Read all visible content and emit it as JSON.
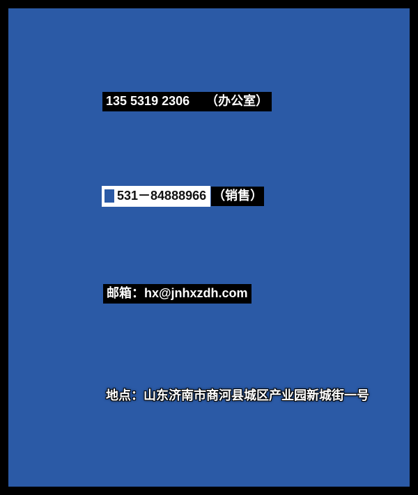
{
  "colors": {
    "background": "#2b5aa6",
    "frame": "#000000",
    "highlight": "#000000",
    "text_light": "#ffffff",
    "sales_box_bg": "#ffffff",
    "sales_text": "#111111"
  },
  "contact": {
    "office_phone_number": "135 5319 2306",
    "office_phone_label": "（办公室）",
    "sales_phone_number": "531－84888966",
    "sales_phone_label": "（销售）",
    "email_prefix": "邮箱：",
    "email_address": "hx@jnhxzdh.com",
    "address_text": "地点：山东济南市商河县城区产业园新城街一号"
  }
}
